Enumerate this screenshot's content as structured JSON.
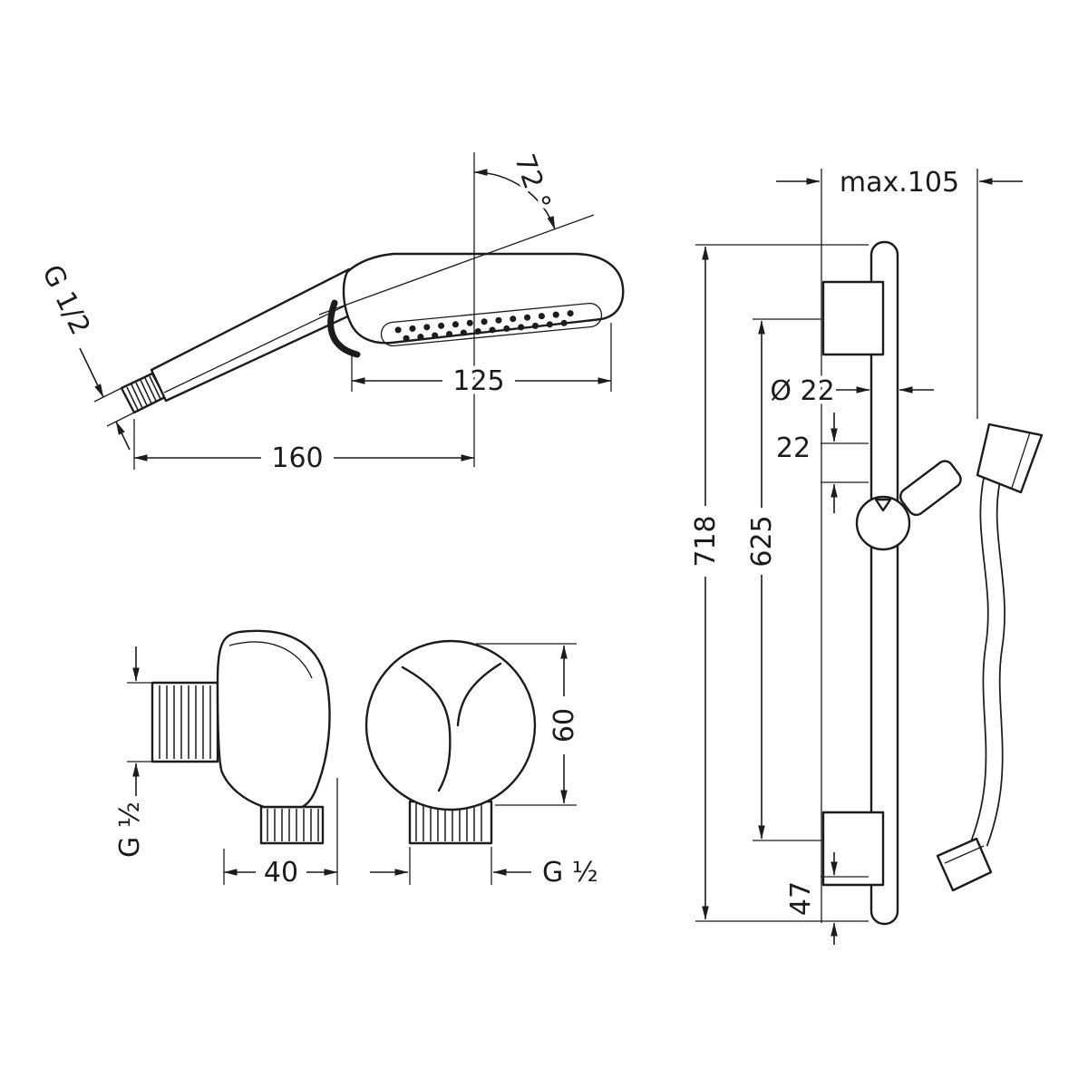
{
  "hand_shower": {
    "angle_label": "72 °",
    "thread_label": "G 1/2",
    "head_width_label": "125",
    "length_label": "160"
  },
  "outlet_elbow": {
    "side_thread_label": "G ½",
    "depth_label": "40",
    "height_label": "60",
    "front_thread_label": "G ½"
  },
  "wall_bar": {
    "max_offset_label": "max.105",
    "bar_diameter_label": "Ø 22",
    "slider_label": "22",
    "total_length_label": "718",
    "hole_distance_label": "625",
    "end_offset_label": "47"
  },
  "colors": {
    "ink": "#1c1c1c",
    "background": "#ffffff"
  }
}
